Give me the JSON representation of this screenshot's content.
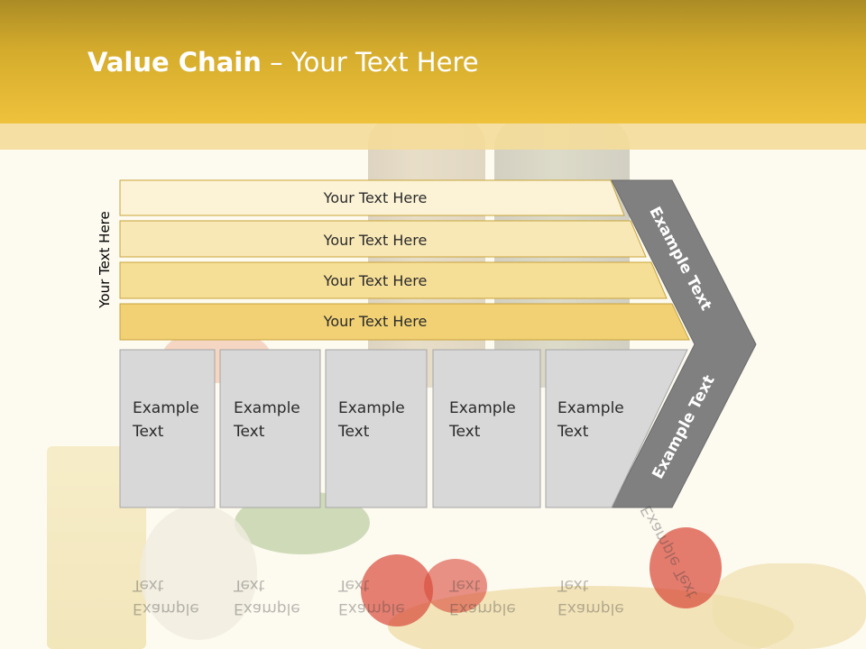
{
  "title": {
    "bold": "Value Chain",
    "rest": " – Your Text Here"
  },
  "side_label": "Your Text Here",
  "bars": [
    {
      "label": "Your Text Here",
      "color": "#fcf3d6"
    },
    {
      "label": "Your Text Here",
      "color": "#f8e8b6"
    },
    {
      "label": "Your Text Here",
      "color": "#f5de96"
    },
    {
      "label": "Your Text Here",
      "color": "#f1d174"
    }
  ],
  "boxes": [
    {
      "line1": "Example",
      "line2": "Text"
    },
    {
      "line1": "Example",
      "line2": "Text"
    },
    {
      "line1": "Example",
      "line2": "Text"
    },
    {
      "line1": "Example",
      "line2": "Text"
    },
    {
      "line1": "Example",
      "line2": "Text"
    }
  ],
  "arrow": {
    "top_label": "Example Text",
    "bottom_label": "Example Text"
  },
  "colors": {
    "header": "#efc23c",
    "box_fill": "#d8d8d8",
    "box_stroke": "#a6a6a6",
    "arrow_fill": "#808080",
    "bar_stroke": "#c9a43b"
  }
}
